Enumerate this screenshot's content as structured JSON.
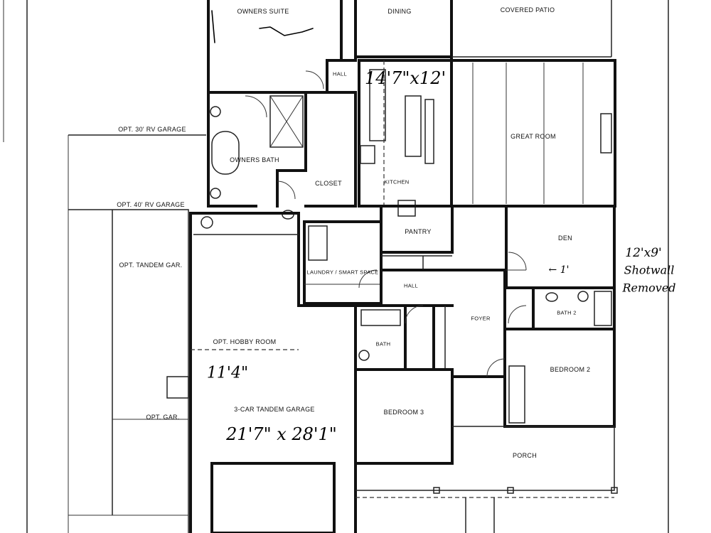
{
  "rooms": {
    "owners_suite": "OWNERS SUITE",
    "dining": "DINING",
    "covered_patio": "COVERED PATIO",
    "hall_upper": "HALL",
    "owners_bath": "OWNERS BATH",
    "closet": "CLOSET",
    "kitchen": "KITCHEN",
    "great_room": "GREAT ROOM",
    "pantry": "PANTRY",
    "den": "DEN",
    "laundry": "LAUNDRY / SMART SPACE",
    "hall_lower": "HALL",
    "foyer": "FOYER",
    "bath": "BATH",
    "bath2": "BATH 2",
    "bedroom2": "BEDROOM 2",
    "bedroom3": "BEDROOM 3",
    "garage": "3-CAR TANDEM GARAGE",
    "porch": "PORCH",
    "hobby_room": "OPT. HOBBY ROOM",
    "tandem_gar": "OPT. TANDEM GAR.",
    "rv_garage_a": "OPT. 30' RV GARAGE",
    "rv_garage_b": "OPT. 40' RV GARAGE",
    "opt_gar": "OPT. GAR."
  },
  "handwritten": {
    "kitchen_dim": "14'7\"x12'",
    "garage_dim": "21'7\" x 28'1\"",
    "garage_left": "11'4\"",
    "den_dim": "12'x9'",
    "den_note_1": "Shotwall",
    "den_note_2": "Removed",
    "den_arrow": "← 1'"
  }
}
